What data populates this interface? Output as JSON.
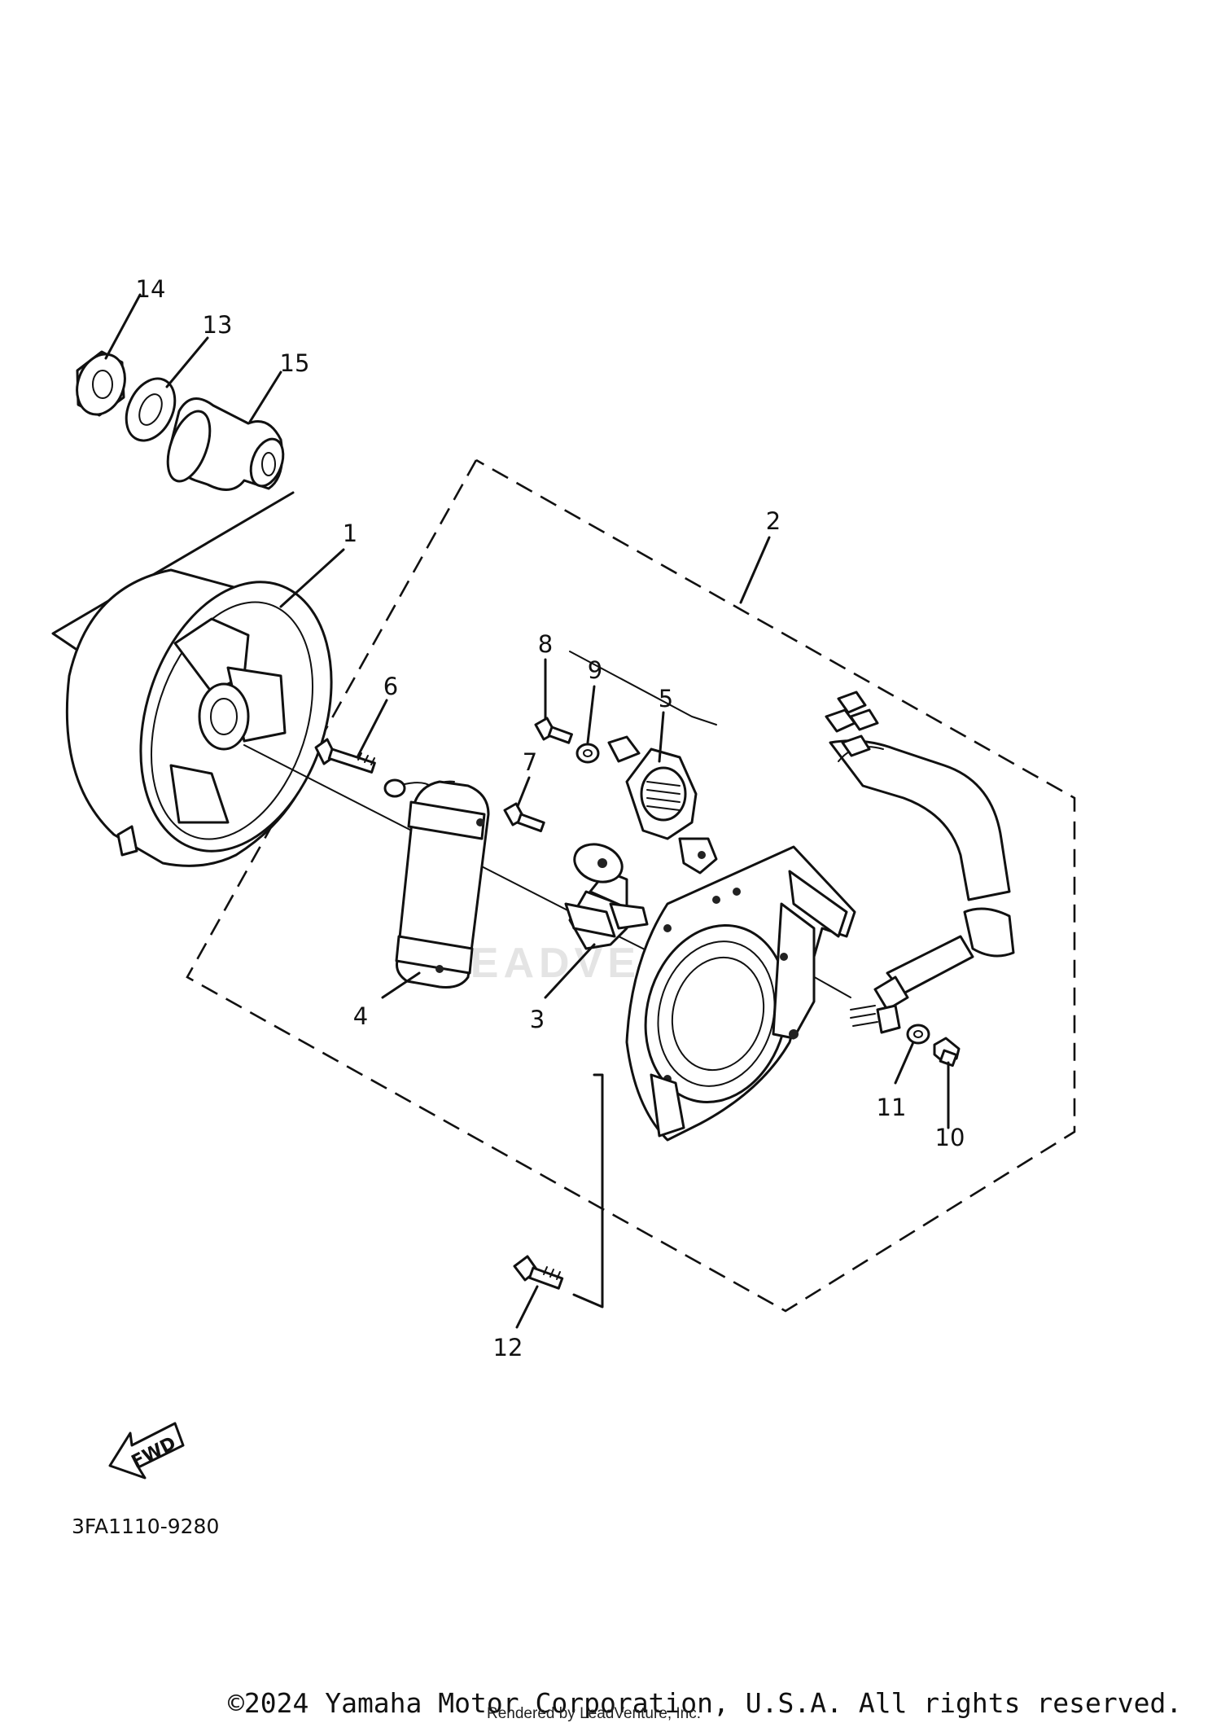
{
  "callouts": [
    "1",
    "2",
    "3",
    "4",
    "5",
    "6",
    "7",
    "8",
    "9",
    "10",
    "11",
    "12",
    "13",
    "14",
    "15"
  ],
  "diagram_code": "3FA1110-9280",
  "fwd_label": "FWD",
  "watermark": "LEADVENTURE",
  "copyright": "©2024 Yamaha Motor Corporation, U.S.A. All rights reserved.",
  "rendered_by": "Rendered by LeadVenture, Inc."
}
